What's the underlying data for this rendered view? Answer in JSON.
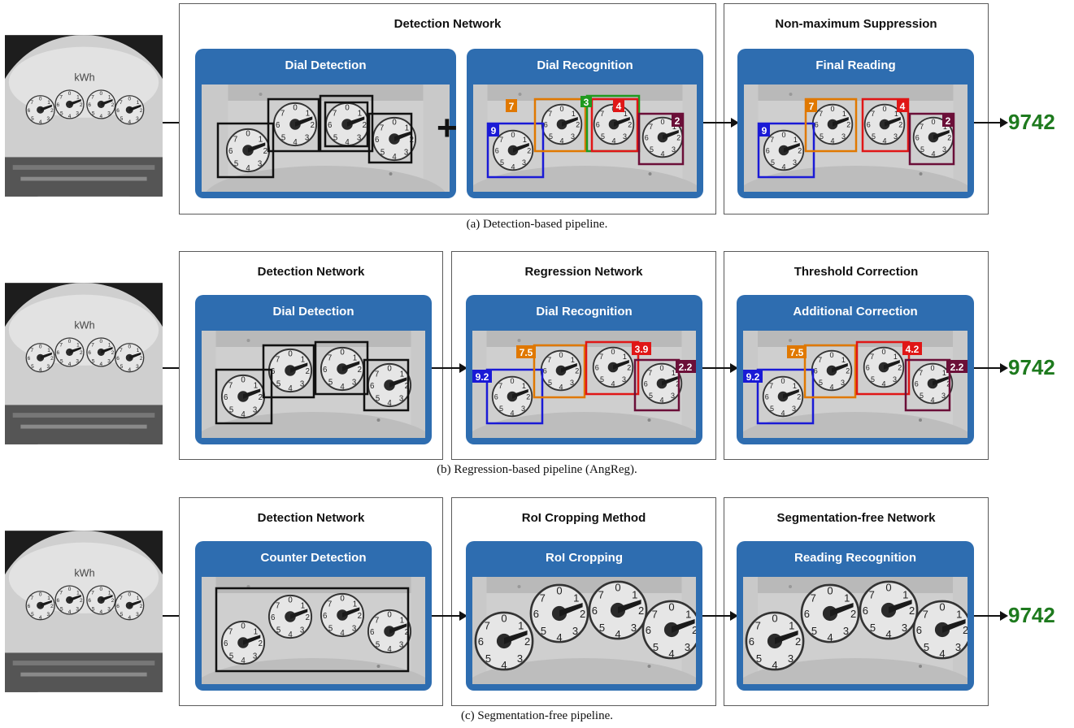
{
  "rows": [
    {
      "caption": "(a) Detection-based pipeline.",
      "result": "9742",
      "stages": [
        {
          "title": "Detection Network",
          "card": "Dial Detection"
        },
        {
          "title": "",
          "card": "Dial Recognition"
        },
        {
          "title": "Non-maximum Suppression",
          "card": "Final Reading"
        }
      ],
      "labels_recognition": [
        "9",
        "7",
        "3",
        "4",
        "2"
      ],
      "labels_final": [
        "9",
        "7",
        "4",
        "2"
      ]
    },
    {
      "caption": "(b) Regression-based pipeline (AngReg).",
      "result": "9742",
      "stages": [
        {
          "title": "Detection Network",
          "card": "Dial Detection"
        },
        {
          "title": "Regression Network",
          "card": "Dial Recognition"
        },
        {
          "title": "Threshold Correction",
          "card": "Additional Correction"
        }
      ],
      "labels_recognition": [
        "9.2",
        "7.5",
        "3.9",
        "2.2"
      ],
      "labels_final": [
        "9.2",
        "7.5",
        "4.2",
        "2.2"
      ]
    },
    {
      "caption": "(c) Segmentation-free pipeline.",
      "result": "9742",
      "stages": [
        {
          "title": "Detection Network",
          "card": "Counter Detection"
        },
        {
          "title": "RoI Cropping Method",
          "card": "RoI Cropping"
        },
        {
          "title": "Segmentation-free Network",
          "card": "Reading Recognition"
        }
      ]
    }
  ],
  "photo_text": {
    "unit": "kWh"
  },
  "colors": {
    "blue": "#1a1ad6",
    "orange": "#e07800",
    "green": "#1f9a1f",
    "red": "#e01616",
    "maroon": "#6b0f38",
    "card": "#2e6db0",
    "result": "#1e7a1e"
  }
}
